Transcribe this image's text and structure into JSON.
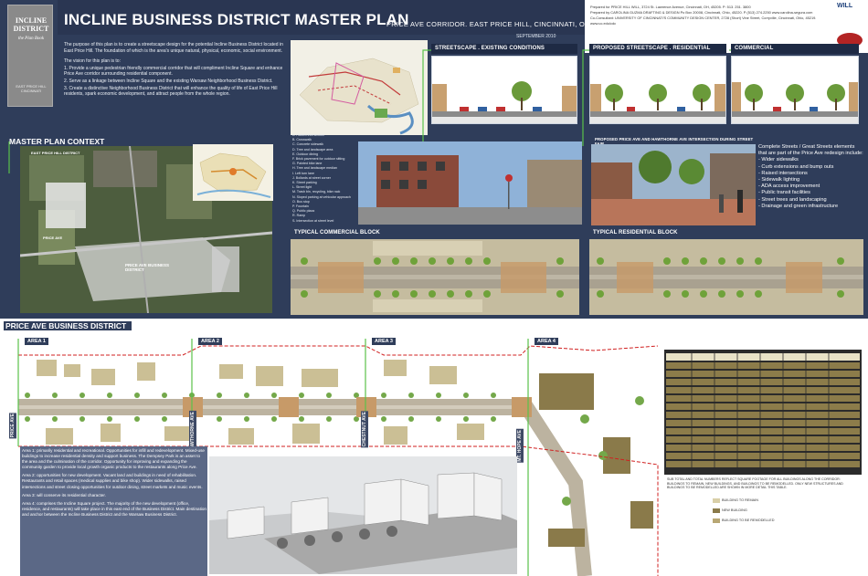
{
  "header": {
    "title": "INCLINE BUSINESS DISTRICT MASTER PLAN",
    "subtitle": "PRICE AVE CORRIDOR. EAST PRICE HILL, CINCINNATI, OH",
    "date": "SEPTEMBER 2010",
    "credits": [
      "Prepared for PRICE HILL WILL, 3724 St. Lawrence Avenue, Cincinnati, OH, 45205. P: 513. 251. 3800",
      "Prepared by CAROLINA GUZMA DRAFTING & DESIGN Po Box 20008, Cincinnati, Ohio, 45220. P (513) 274.2250 www.carolina-segura.com",
      "Co-Consultant: UNIVERSITY OF CINCINNATI'S COMMUNITY DESIGN CENTER, 2728 (Short) Vine Street, Corryville, Cincinnati, Ohio, 45219. www.uc.edu/cdc"
    ],
    "logo_text": "WILL"
  },
  "book": {
    "title": "INCLINE DISTRICT",
    "tagline": "the Plan Book",
    "sub": "EAST PRICE HILL CINCINNATI"
  },
  "intro": {
    "p1": "The purpose of this plan is to create a streetscape design for the potential Incline Business District located in East Price Hill. The foundation of which is the area's unique natural, physical, economic, social environment.",
    "p2": "The vision for this plan is to:",
    "p3": "1. Provide a unique pedestrian friendly commercial corridor that will compliment Incline Square and enhance Price Ave corridor surrounding residential component.",
    "p4": "2. Serve as a linkage between Incline Square and the existing Warsaw Neighborhood Business District.",
    "p5": "3. Create a distinctive Neighborhood Business District that will enhance the quality of life of East Price Hill residents, spark economic development, and attract people from the whole region."
  },
  "sections": {
    "streetscape_existing": "STREETSCAPE . EXISTING CONDITIONS",
    "proposed_residential": "PROPOSED STREETSCAPE . RESIDENTIAL",
    "commercial": "COMMERCIAL",
    "master_plan_context": "MASTER PLAN CONTEXT",
    "intersection": "PROPOSED PRICE AVE AND HAWTHORNE AVE INTERSECTION DURING STREET FAIR",
    "typical_commercial": "TYPICAL COMMERCIAL BLOCK",
    "typical_residential": "TYPICAL RESIDENTIAL BLOCK",
    "business_district": "PRICE AVE BUSINESS DISTRICT"
  },
  "map_labels": {
    "district": "EAST PRICE HILL DISTRICT",
    "incline": "PRICE AVE",
    "business": "PRICE AVE BUSINESS DISTRICT"
  },
  "legend": [
    "A. Raised intersection",
    "B. Crosswalk",
    "C. Concrete sidewalk",
    "D. Tree and landscape area",
    "E. Outdoor dining",
    "F. Brick pavement for outdoor sitting",
    "G. Painted bike lane",
    "H. Tree and landscape median",
    "I. Left turn lane",
    "J. Bollards at street corner",
    "K. Street parking",
    "L. Street light",
    "M. Trash bin, recycling, bike rack",
    "N. Sloped parking at vehicular approach",
    "O. Bus stop",
    "P. Fountain",
    "Q. Public plaza",
    "R. Ramp",
    "S. Intersection at street level"
  ],
  "complete_streets": {
    "intro": "Complete Streets / Great Streets elements that are part of the Price Ave redesign include:",
    "items": [
      "- Wider sidewalks",
      "- Curb extensions and bump outs",
      "- Raised intersections",
      "- Sidewalk lighting",
      "- ADA access improvement",
      "- Public transit facilities",
      "- Street trees and landscaping",
      "- Drainage and green infrastructure"
    ]
  },
  "areas": [
    "AREA 1",
    "AREA 2",
    "AREA 3",
    "AREA 4"
  ],
  "streets": [
    "PRICE AVE",
    "HAWTHORNE AVE",
    "CHESTNUT AVE",
    "MT. HOPE AVE"
  ],
  "area_text": {
    "a1": "Area 1: primarily residential and recreational. Opportunities for infill and redevelopment. Mixed-use buildings to increase residential density and support business. The Dempsey Park is an asset to the area and the culmination of the corridor. Opportunity for improving and expanding the community garden to provide local growth organic products to the restaurants along Price Ave.",
    "a2": "Area 2: opportunities for new development. Vacant land and buildings in need of rehabilitation. Restaurants and retail spaces (medical supplies and bike shop). Wider sidewalks, raised intersections and street closing opportunities for outdoor dining, street markets and music events.",
    "a3": "Area 3: will conserve its residential character.",
    "a4": "Area 4: comprises the Incline Square project. The majority of the new development (office, residence, and restaurants) will take place in this east end of the Business District. Main destination and anchor between the Incline Business District and the Warsaw Business District."
  },
  "table_note": "SUB TOTAL AND TOTAL NUMBERS REFLECT SQUARE FOOTAGE FOR ALL BUILDINGS ALONG THE CORRIDOR: BUILDINGS TO REMAIN, NEW BUILDINGS, AND BUILDINGS TO BE REMODELLED. ONLY NEW STRUCTURES AND BUILDINGS TO BE REMODELLED ARE SHOWN IN MORE DETAIL THIS TABLE.",
  "key": [
    {
      "label": "BUILDING TO REMAIN",
      "color": "#d9cfa8"
    },
    {
      "label": "NEW BUILDING",
      "color": "#8a7a4a"
    },
    {
      "label": "BUILDING TO BE REMODELLED",
      "color": "#b8a774"
    }
  ]
}
